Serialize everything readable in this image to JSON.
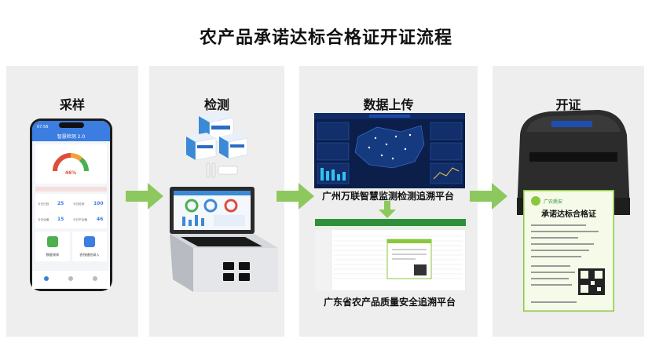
{
  "title": "农产品承诺达标合格证开证流程",
  "steps": [
    "采样",
    "检测",
    "数据上传",
    "开证"
  ],
  "phone": {
    "time": "07:56",
    "app_title": "智慧检测 2.0",
    "gauge_percent": "46%",
    "stats": [
      {
        "label": "今日已检",
        "value": "25"
      },
      {
        "label": "今日检测",
        "value": "100"
      },
      {
        "label": "今日合格",
        "value": "15"
      },
      {
        "label": "今日不合格",
        "value": "46"
      }
    ],
    "buttons": [
      "数据采样",
      "农残速检录入"
    ]
  },
  "platform1_label": "广州万联智慧监测检测追溯平台",
  "platform2_label": "广东省农产品质量安全追溯平台",
  "certificate": {
    "title": "承诺达标合格证",
    "brand": "广农质安"
  },
  "colors": {
    "arrow": "#8dc85e",
    "panel": "#eeeeee",
    "cert_border": "#8cc63f"
  }
}
